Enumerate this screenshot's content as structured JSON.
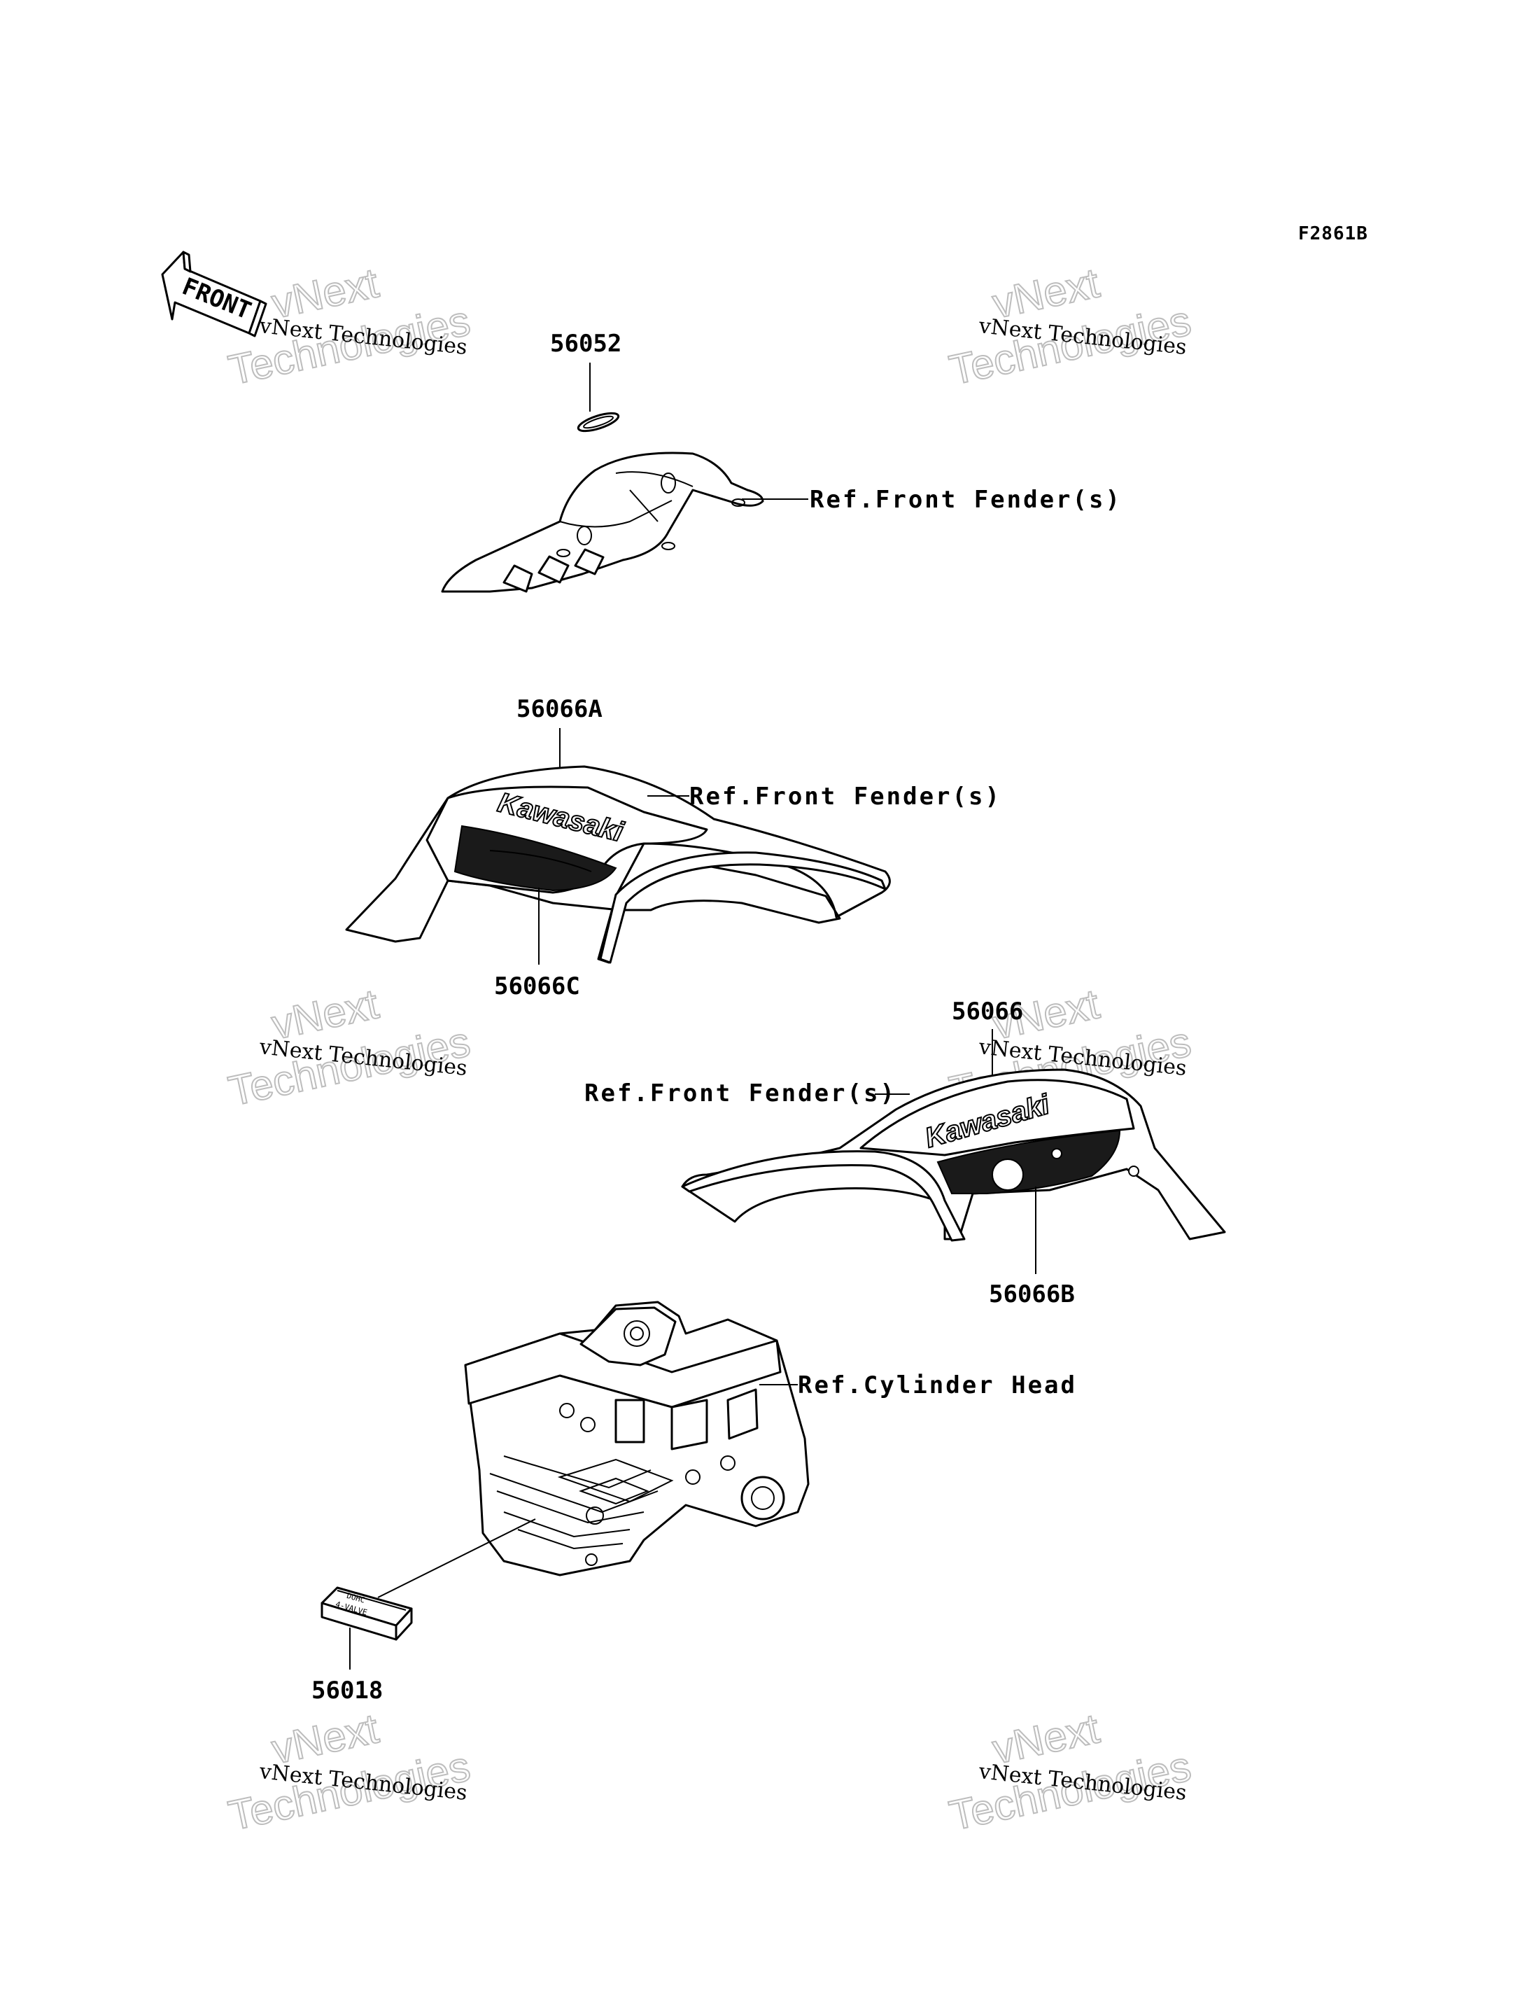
{
  "figure_code": "F2861B",
  "front_arrow": {
    "label": "FRONT"
  },
  "watermark": {
    "brand_small": "vNext Technologies",
    "brand_outline_1": "vNext",
    "brand_outline_2": "Technologies"
  },
  "parts": [
    {
      "id": "p56052",
      "number": "56052"
    },
    {
      "id": "p56066A",
      "number": "56066A"
    },
    {
      "id": "p56066C",
      "number": "56066C"
    },
    {
      "id": "p56066",
      "number": "56066"
    },
    {
      "id": "p56066B",
      "number": "56066B"
    },
    {
      "id": "p56018",
      "number": "56018"
    }
  ],
  "references": {
    "front_fender_1": "Ref.Front Fender(s)",
    "front_fender_2": "Ref.Front Fender(s)",
    "front_fender_3": "Ref.Front Fender(s)",
    "cylinder_head": "Ref.Cylinder Head"
  },
  "decals": {
    "brand": "Kawasaki",
    "cylinder_label_line1": "DOHC",
    "cylinder_label_line2": "4-VALVE"
  }
}
